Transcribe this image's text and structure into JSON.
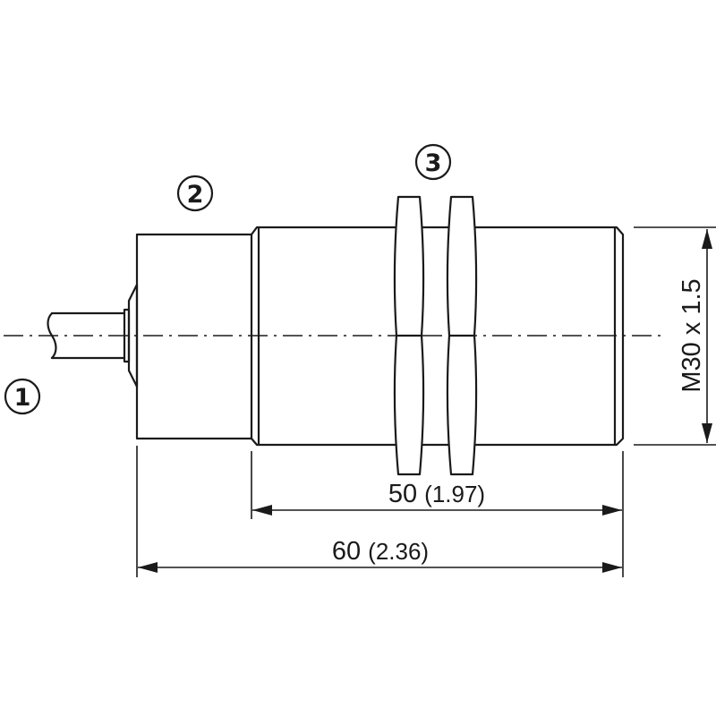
{
  "callouts": [
    {
      "id": "1",
      "label": "1"
    },
    {
      "id": "2",
      "label": "2"
    },
    {
      "id": "3",
      "label": "3"
    }
  ],
  "dimensions": {
    "thread_length": {
      "value": "50",
      "alt": "(1.97)"
    },
    "total_length": {
      "value": "60",
      "alt": "(2.36)"
    },
    "thread_spec": "M30 x 1.5"
  },
  "colors": {
    "line": "#1a1a1a",
    "background": "#ffffff"
  }
}
